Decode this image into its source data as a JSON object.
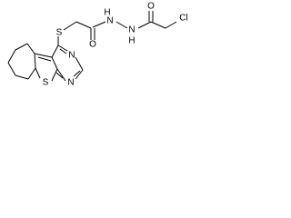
{
  "atom_labels": {
    "sulfur_linker": "S",
    "thiophene_sulfur": "S",
    "pyrimidine_n_top": "N",
    "pyrimidine_n_bottom": "N",
    "amide_oxygen_1": "O",
    "amide_nh_1": "H",
    "amide_n_1": "N",
    "amide_n_2": "N",
    "amide_nh_2": "H",
    "amide_oxygen_2": "O",
    "chlorine": "Cl"
  }
}
